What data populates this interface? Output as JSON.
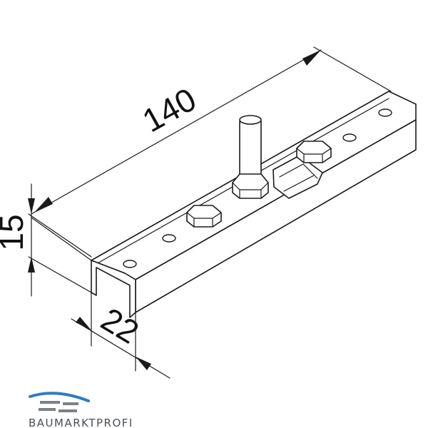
{
  "dimensions": {
    "length": "140",
    "height": "15",
    "width": "22"
  },
  "logo": {
    "text": "BAUMARKTPROFI",
    "colors": {
      "text": "#4a4f57",
      "roof": "#2e7bc4",
      "bars": "#7b8089"
    }
  }
}
